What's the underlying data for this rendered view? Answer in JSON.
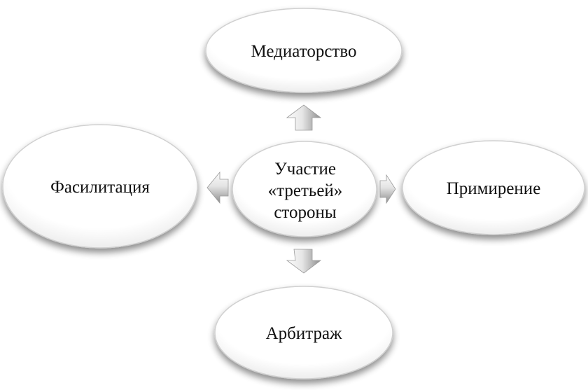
{
  "diagram": {
    "center": {
      "lines": [
        "Участие",
        "«третьей»",
        "стороны"
      ]
    },
    "nodes": {
      "top": "Медиаторство",
      "left": "Фасилитация",
      "right": "Примирение",
      "bottom": "Арбитраж"
    }
  },
  "colors": {
    "ellipse_fill": "#ffffff",
    "ellipse_stroke": "#cfcfcf",
    "arrow_light": "#f2f2f2",
    "arrow_dark": "#8a8a8a",
    "text": "#111111"
  }
}
